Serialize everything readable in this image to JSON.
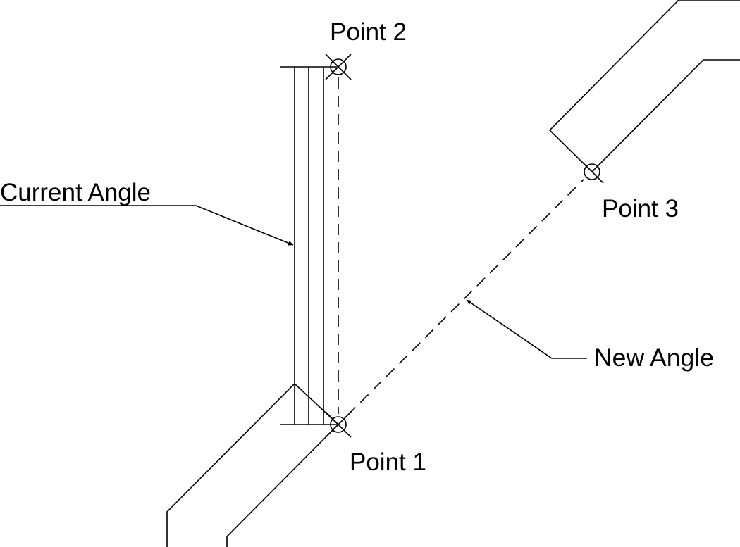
{
  "labels": {
    "point_1": "Point 1",
    "point_2": "Point 2",
    "point_3": "Point 3",
    "current_angle": "Current Angle",
    "new_angle": "New Angle"
  }
}
